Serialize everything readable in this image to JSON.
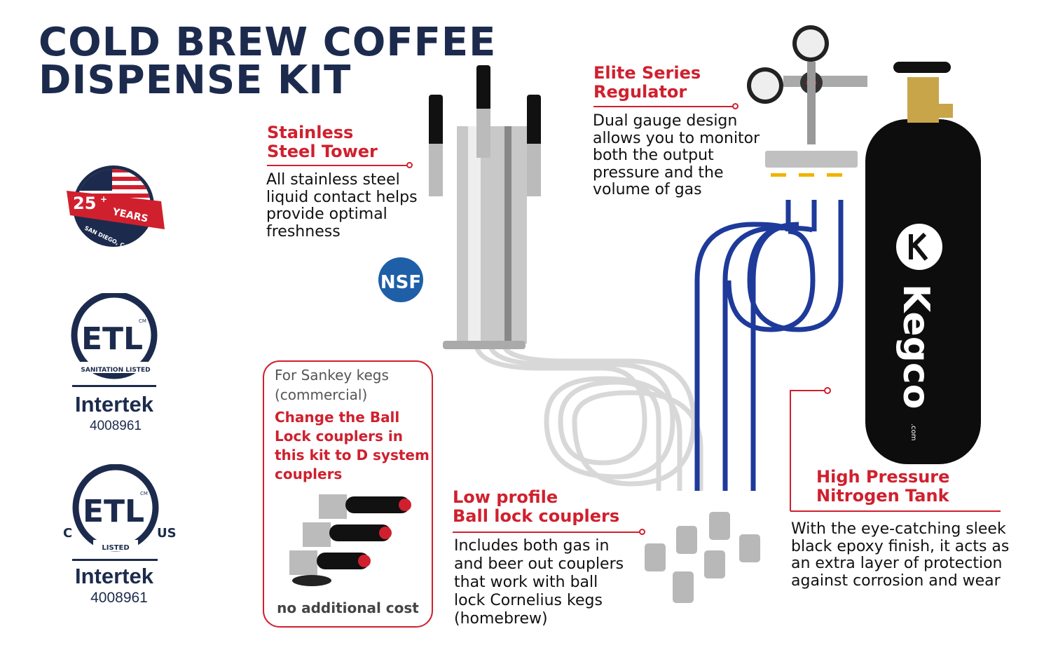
{
  "title": {
    "line1": "COLD BREW COFFEE",
    "line2": "DISPENSE KIT"
  },
  "badges": {
    "years": {
      "number": "25",
      "plus": "+",
      "label": "YEARS",
      "location": "SAN DIEGO, CA"
    },
    "etl_sanitation": {
      "mark": "ETL",
      "sub": "SANITATION LISTED",
      "cm": "CM",
      "brand": "Intertek",
      "number": "4008961"
    },
    "etl_listed": {
      "mark": "ETL",
      "sub": "LISTED",
      "left": "C",
      "right": "US",
      "cm": "CM",
      "brand": "Intertek",
      "number": "4008961"
    },
    "nsf": "NSF"
  },
  "tower": {
    "heading1": "Stainless",
    "heading2": "Steel Tower",
    "body": [
      "All stainless steel",
      "liquid contact helps",
      "provide optimal",
      "freshness"
    ]
  },
  "regulator": {
    "heading1": "Elite Series",
    "heading2": "Regulator",
    "body": [
      "Dual gauge design",
      "allows you to monitor",
      "both the output",
      "pressure and the",
      "volume of gas"
    ]
  },
  "couplers": {
    "heading1": "Low profile",
    "heading2": "Ball lock couplers",
    "body": [
      "Includes both gas in",
      "and beer out couplers",
      "that work with ball",
      "lock Cornelius kegs",
      "(homebrew)"
    ]
  },
  "tank": {
    "heading1": "High Pressure",
    "heading2": "Nitrogen Tank",
    "brand": "Kegco",
    "brand_suffix": ".com",
    "body": [
      "With the eye-catching sleek",
      "black epoxy finish, it acts as",
      "an extra layer of protection",
      "against corrosion and wear"
    ]
  },
  "sankey_box": {
    "intro": [
      "For Sankey kegs",
      "(commercial)"
    ],
    "highlight": [
      "Change the Ball",
      "Lock couplers in",
      "this kit  to D system",
      "couplers"
    ],
    "footer": "no additional cost"
  },
  "colors": {
    "navy": "#1c2b4d",
    "red": "#d0202e",
    "hose_blue": "#1e3a9a",
    "nsf_blue": "#1e5fa8"
  }
}
